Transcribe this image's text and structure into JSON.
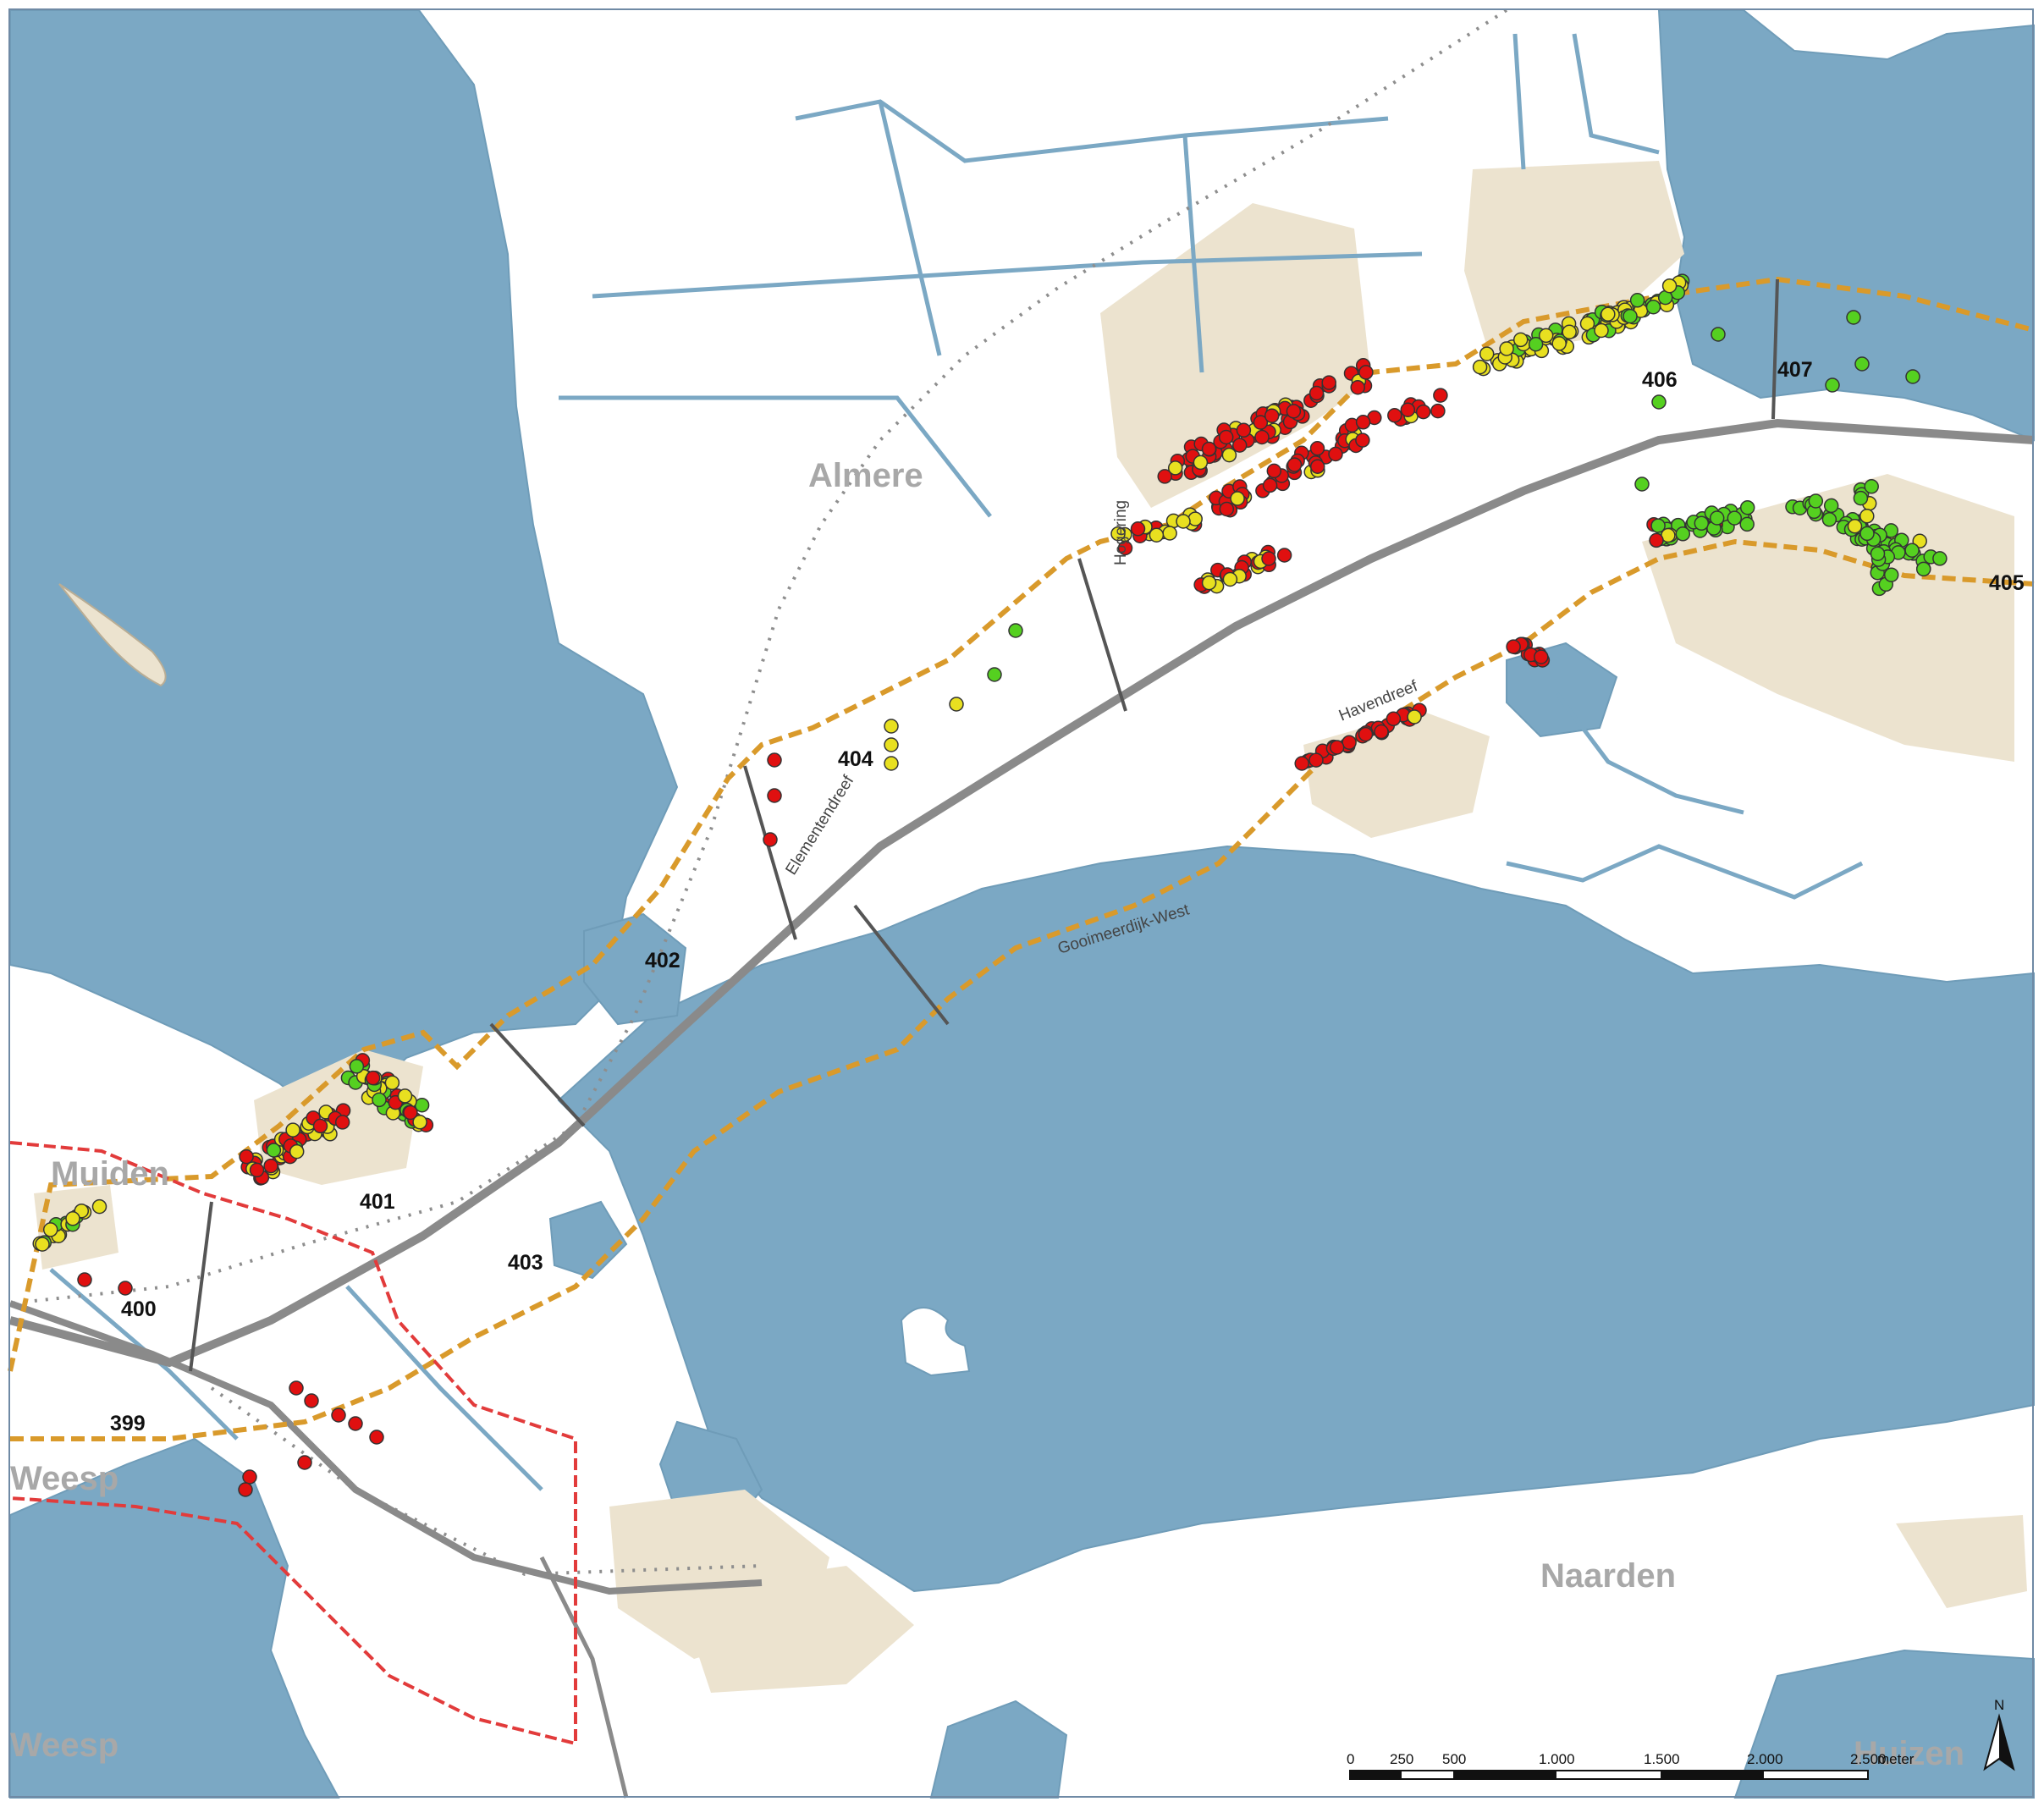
{
  "towns": [
    {
      "label": "Almere"
    },
    {
      "label": "Muiden"
    },
    {
      "label": "Weesp"
    },
    {
      "label": "Weesp"
    },
    {
      "label": "Naarden"
    },
    {
      "label": "Huizen"
    }
  ],
  "segments": [
    {
      "label": "399"
    },
    {
      "label": "400"
    },
    {
      "label": "401"
    },
    {
      "label": "402"
    },
    {
      "label": "403"
    },
    {
      "label": "404"
    },
    {
      "label": "405"
    },
    {
      "label": "406"
    },
    {
      "label": "407"
    }
  ],
  "roads": [
    {
      "label": "Hogering"
    },
    {
      "label": "Elementendreef"
    },
    {
      "label": "Havendreef"
    },
    {
      "label": "Gooimeerdijk-West"
    }
  ],
  "scalebar": {
    "ticks": [
      "0",
      "250",
      "500",
      "1.000",
      "1.500",
      "2.000",
      "2.500"
    ],
    "unit": "meter"
  },
  "north_label": "N",
  "colors": {
    "water": "#7ba8c4",
    "land": "#ffffff",
    "urban": "#ece3cf",
    "motorway": "#8a8a8a",
    "boundary_orange": "#d99a2b",
    "boundary_red": "#e23b3b",
    "point_red": "#e01010",
    "point_yellow": "#e8e020",
    "point_green": "#55d020"
  }
}
